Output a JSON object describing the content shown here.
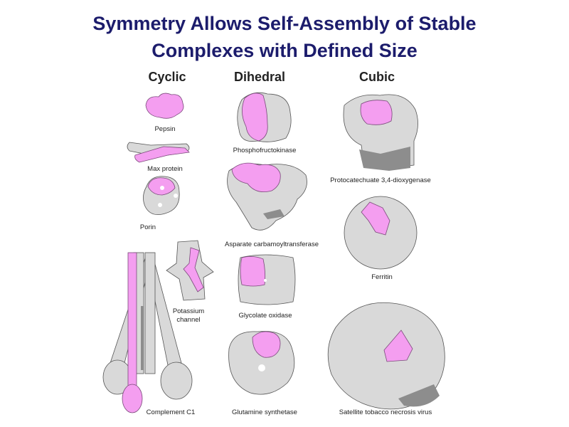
{
  "title": {
    "line1": "Symmetry Allows Self-Assembly of Stable",
    "line2": "Complexes with Defined Size"
  },
  "columns": {
    "cyclic": "Cyclic",
    "dihedral": "Dihedral",
    "cubic": "Cubic"
  },
  "structures": {
    "pepsin": "Pepsin",
    "max_protein": "Max protein",
    "porin": "Porin",
    "potassium_channel_1": "Potassium",
    "potassium_channel_2": "channel",
    "complement_c1": "Complement C1",
    "phosphofructokinase": "Phosphofructokinase",
    "aspartate": "Asparate carbamoyltransferase",
    "glycolate": "Glycolate oxidase",
    "glutamine": "Glutamine synthetase",
    "protocatechuate": "Protocatechuate 3,4-dioxygenase",
    "ferritin": "Ferritin",
    "satellite": "Satellite tobacco necrosis virus"
  },
  "colors": {
    "title": "#1c1c6c",
    "highlight": "#f49ef0",
    "subunit": "#d9d9d9"
  }
}
